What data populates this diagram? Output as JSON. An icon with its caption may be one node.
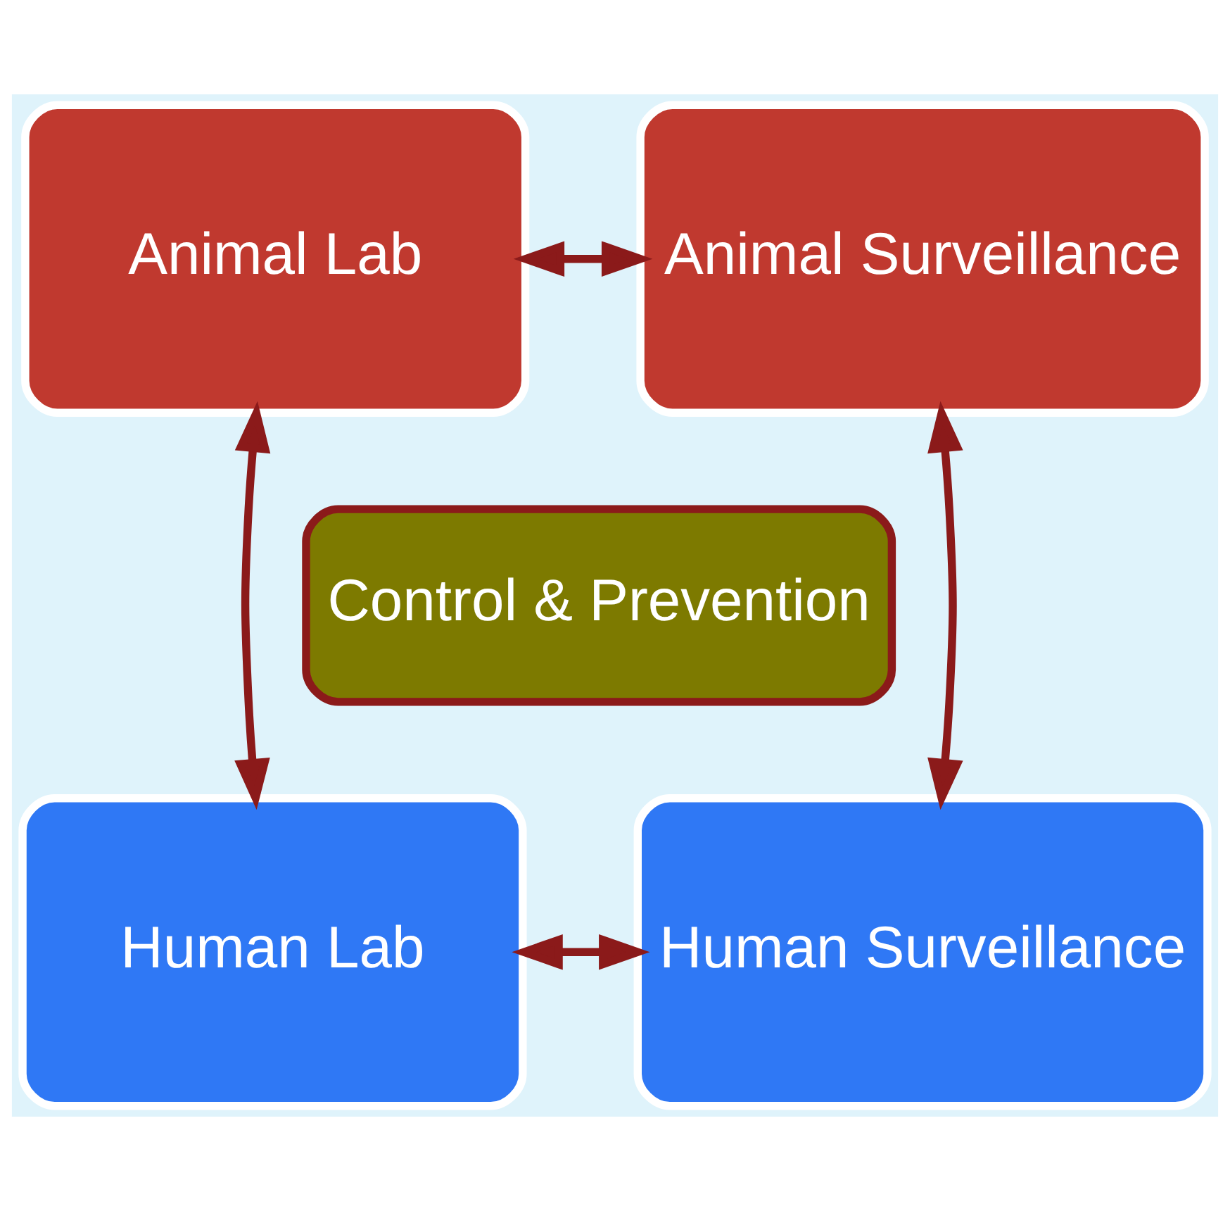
{
  "diagram": {
    "nodes": [
      {
        "text": [
          "Animal Lab"
        ]
      },
      {
        "text": [
          "Animal Surveillance"
        ]
      },
      {
        "text": [
          "Control & Prevention"
        ]
      },
      {
        "text": [
          "Human Lab"
        ]
      },
      {
        "text": [
          "Human Surveillance"
        ]
      }
    ],
    "edges": [
      {
        "from": 0,
        "to": 1,
        "arrow": "both"
      },
      {
        "from": 0,
        "to": 3,
        "arrow": "both"
      },
      {
        "from": 1,
        "to": 4,
        "arrow": "both"
      },
      {
        "from": 3,
        "to": 4,
        "arrow": "both"
      }
    ]
  }
}
